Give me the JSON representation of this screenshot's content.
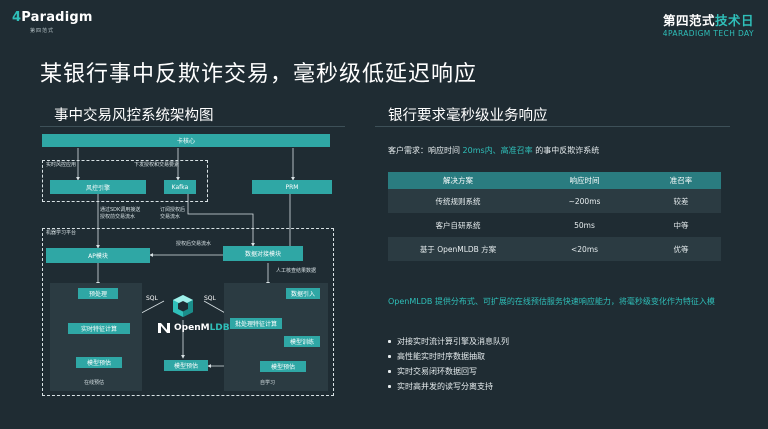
{
  "header": {
    "logo_prefix": "4",
    "logo_rest": "Paradigm",
    "logo_sub": "第四范式",
    "event_cn_prefix": "第四范式",
    "event_cn_accent": "技术日",
    "event_en": "4PARADIGM TECH DAY"
  },
  "slide_title": "某银行事中反欺诈交易，毫秒级低延迟响应",
  "left_section_title": "事中交易风控系统架构图",
  "right_section_title": "银行要求毫秒级业务响应",
  "diagram": {
    "card_core": "卡核心",
    "realtime_risk": "实时风控应用",
    "issue_auth": "下发授权和交易要素",
    "risk_engine": "风控引擎",
    "kafka": "Kafka",
    "prm": "PRM",
    "call_sdk_1": "通过SDK调用接送",
    "call_sdk_2": "授权前交易流水",
    "feedback_1": "订阅授权后",
    "feedback_2": "交易流水",
    "ml_platform": "机器学习平台",
    "ap_module": "AP模块",
    "data_module": "数据对接模块",
    "after_auth_flow": "授权后交易流水",
    "manual_label": "人工核查结果数据",
    "left_pre": "预处理",
    "left_feat": "实时特征计算",
    "left_est": "模型预估",
    "left_foot": "在线预估",
    "right_ingest": "数据引入",
    "right_feat": "批处理特征计算",
    "right_train": "模型训练",
    "right_est": "模型预估",
    "right_foot": "自学习",
    "mid_est": "模型预估",
    "sql_left": "SQL",
    "sql_right": "SQL",
    "db_prefix": "OpenM",
    "db_suffix": "LDB"
  },
  "demand": {
    "prefix": "客户需求：响应时间",
    "highlight": "20ms内、高准召率",
    "suffix": "的事中反欺诈系统"
  },
  "table": {
    "headers": [
      "解决方案",
      "响应时间",
      "准召率"
    ],
    "rows": [
      [
        "传统规则系统",
        "~200ms",
        "较差"
      ],
      [
        "客户自研系统",
        "50ms",
        "中等"
      ],
      [
        "基于 OpenMLDB 方案",
        "<20ms",
        "优等"
      ]
    ]
  },
  "description": "OpenMLDB 提供分布式、可扩展的在线预估服务快速响应能力，将毫秒级变化作为特征入模",
  "bullets": [
    "对接实时流计算引擎及消息队列",
    "高性能实时时序数据抽取",
    "实时交易闭环数据回写",
    "实时高并发的读写分离支持"
  ],
  "colors": {
    "background": "#1f2c33",
    "accent": "#2fbfb9",
    "box": "#2fa7a5",
    "table_header": "#2a7c80"
  }
}
